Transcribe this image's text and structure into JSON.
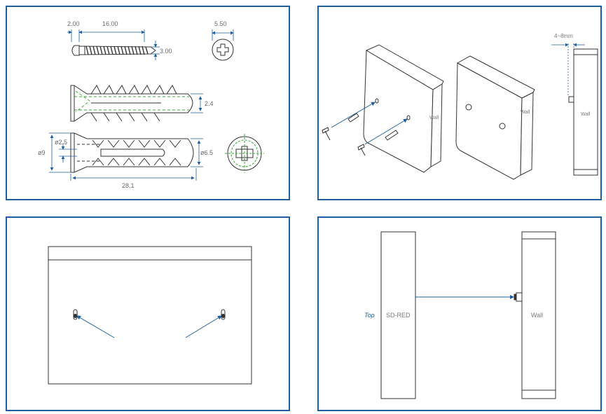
{
  "panel1": {
    "screw_dims": {
      "head": "2.00",
      "length": "16.00",
      "diameter": "3.00",
      "head_diameter": "5.50"
    },
    "anchor_top_dim": "2.4",
    "anchor_bottom": {
      "hole": "ø2.5",
      "outer": "ø9",
      "tip": "ø6.5",
      "length": "28.1"
    }
  },
  "panel2": {
    "gap_label": "4~8mm",
    "wall_labels": [
      "Wall",
      "Wall",
      "Wall"
    ]
  },
  "panel4": {
    "top_label": "Top",
    "device_label": "SD-RED",
    "wall_label": "Wall"
  },
  "colors": {
    "border": "#1f5f9e",
    "arrow": "#1f5f9e",
    "guide": "#3aa53a",
    "line": "#333333"
  }
}
